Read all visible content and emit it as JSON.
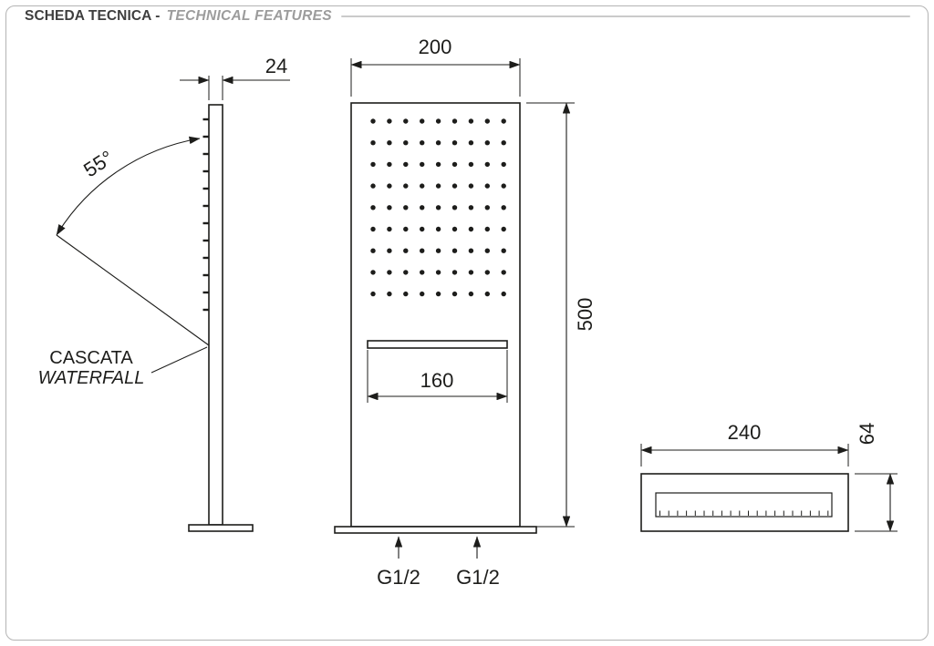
{
  "header": {
    "title": "SCHEDA TECNICA -",
    "subtitle": "TECHNICAL FEATURES"
  },
  "side_view": {
    "thickness": "24",
    "spray_angle": "55°",
    "waterfall_label_it": "CASCATA",
    "waterfall_label_en": "WATERFALL"
  },
  "front_view": {
    "width": "200",
    "height": "500",
    "slot_width": "160",
    "inlet_left": "G1/2",
    "inlet_right": "G1/2"
  },
  "spout_view": {
    "width": "240",
    "depth": "64"
  },
  "colors": {
    "line": "#1d1d1b",
    "title": "#3e3e3e",
    "subtitle": "#9c9c9c",
    "rule": "#cbcbcb",
    "frame": "#b4b4b4"
  }
}
